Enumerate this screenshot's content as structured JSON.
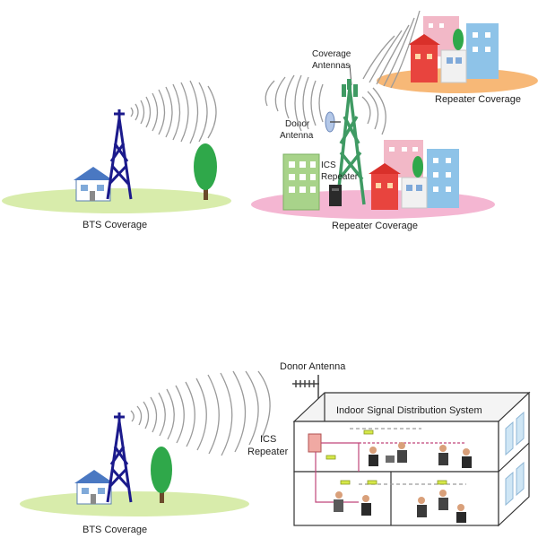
{
  "colors": {
    "ground_green": "#d8ecab",
    "ground_pink": "#f4b6d2",
    "ground_orange": "#f7b877",
    "tower_blue": "#1b1a8c",
    "tower_green": "#3f9a63",
    "tree_green": "#2fa84a",
    "wave_gray": "#9a9a9a"
  },
  "top": {
    "bts_label": "BTS Coverage",
    "coverage_antennas_label_1": "Coverage",
    "coverage_antennas_label_2": "Antennas",
    "donor_antenna_label_1": "Donor",
    "donor_antenna_label_2": "Antenna",
    "ics_repeater_label_1": "ICS",
    "ics_repeater_label_2": "Repeater",
    "repeater_coverage_right_label": "Repeater Coverage",
    "repeater_coverage_bottom_label": "Repeater Coverage"
  },
  "bottom": {
    "bts_label": "BTS Coverage",
    "donor_antenna_label": "Donor Antenna",
    "ics_repeater_label_1": "ICS",
    "ics_repeater_label_2": "Repeater",
    "indoor_system_label": "Indoor Signal Distribution System"
  }
}
